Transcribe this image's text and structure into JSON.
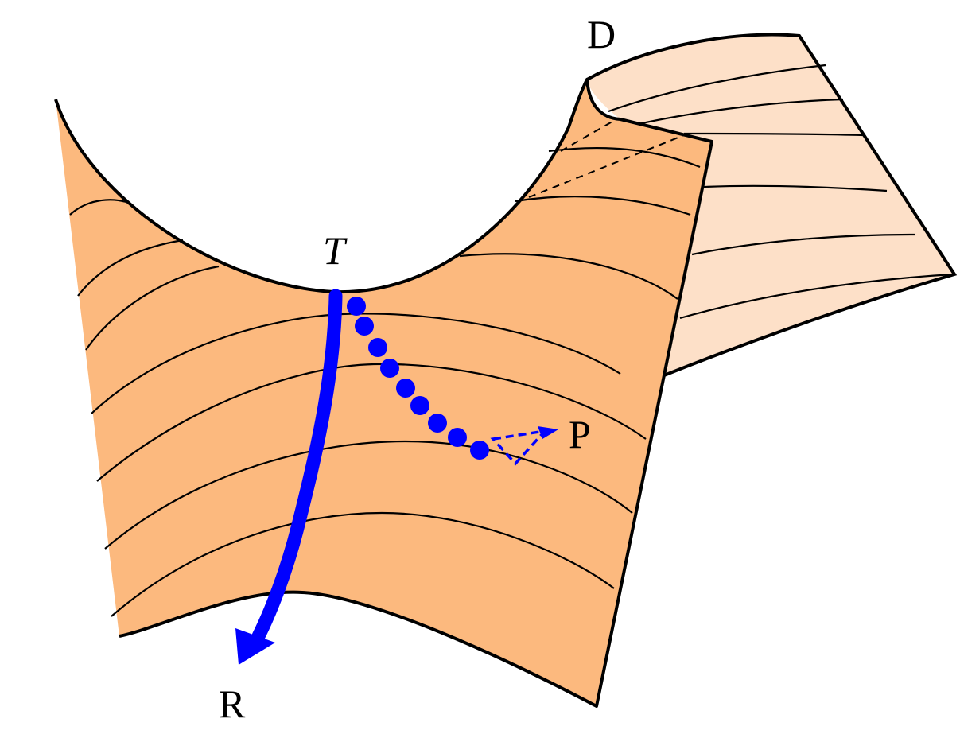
{
  "labels": {
    "d": "D",
    "t": "T",
    "p": "P",
    "r": "R"
  },
  "colors": {
    "surface_front": "#fcb97e",
    "surface_back": "#fde0c8",
    "outline": "#000000",
    "path": "#0000ff",
    "background": "#ffffff"
  }
}
